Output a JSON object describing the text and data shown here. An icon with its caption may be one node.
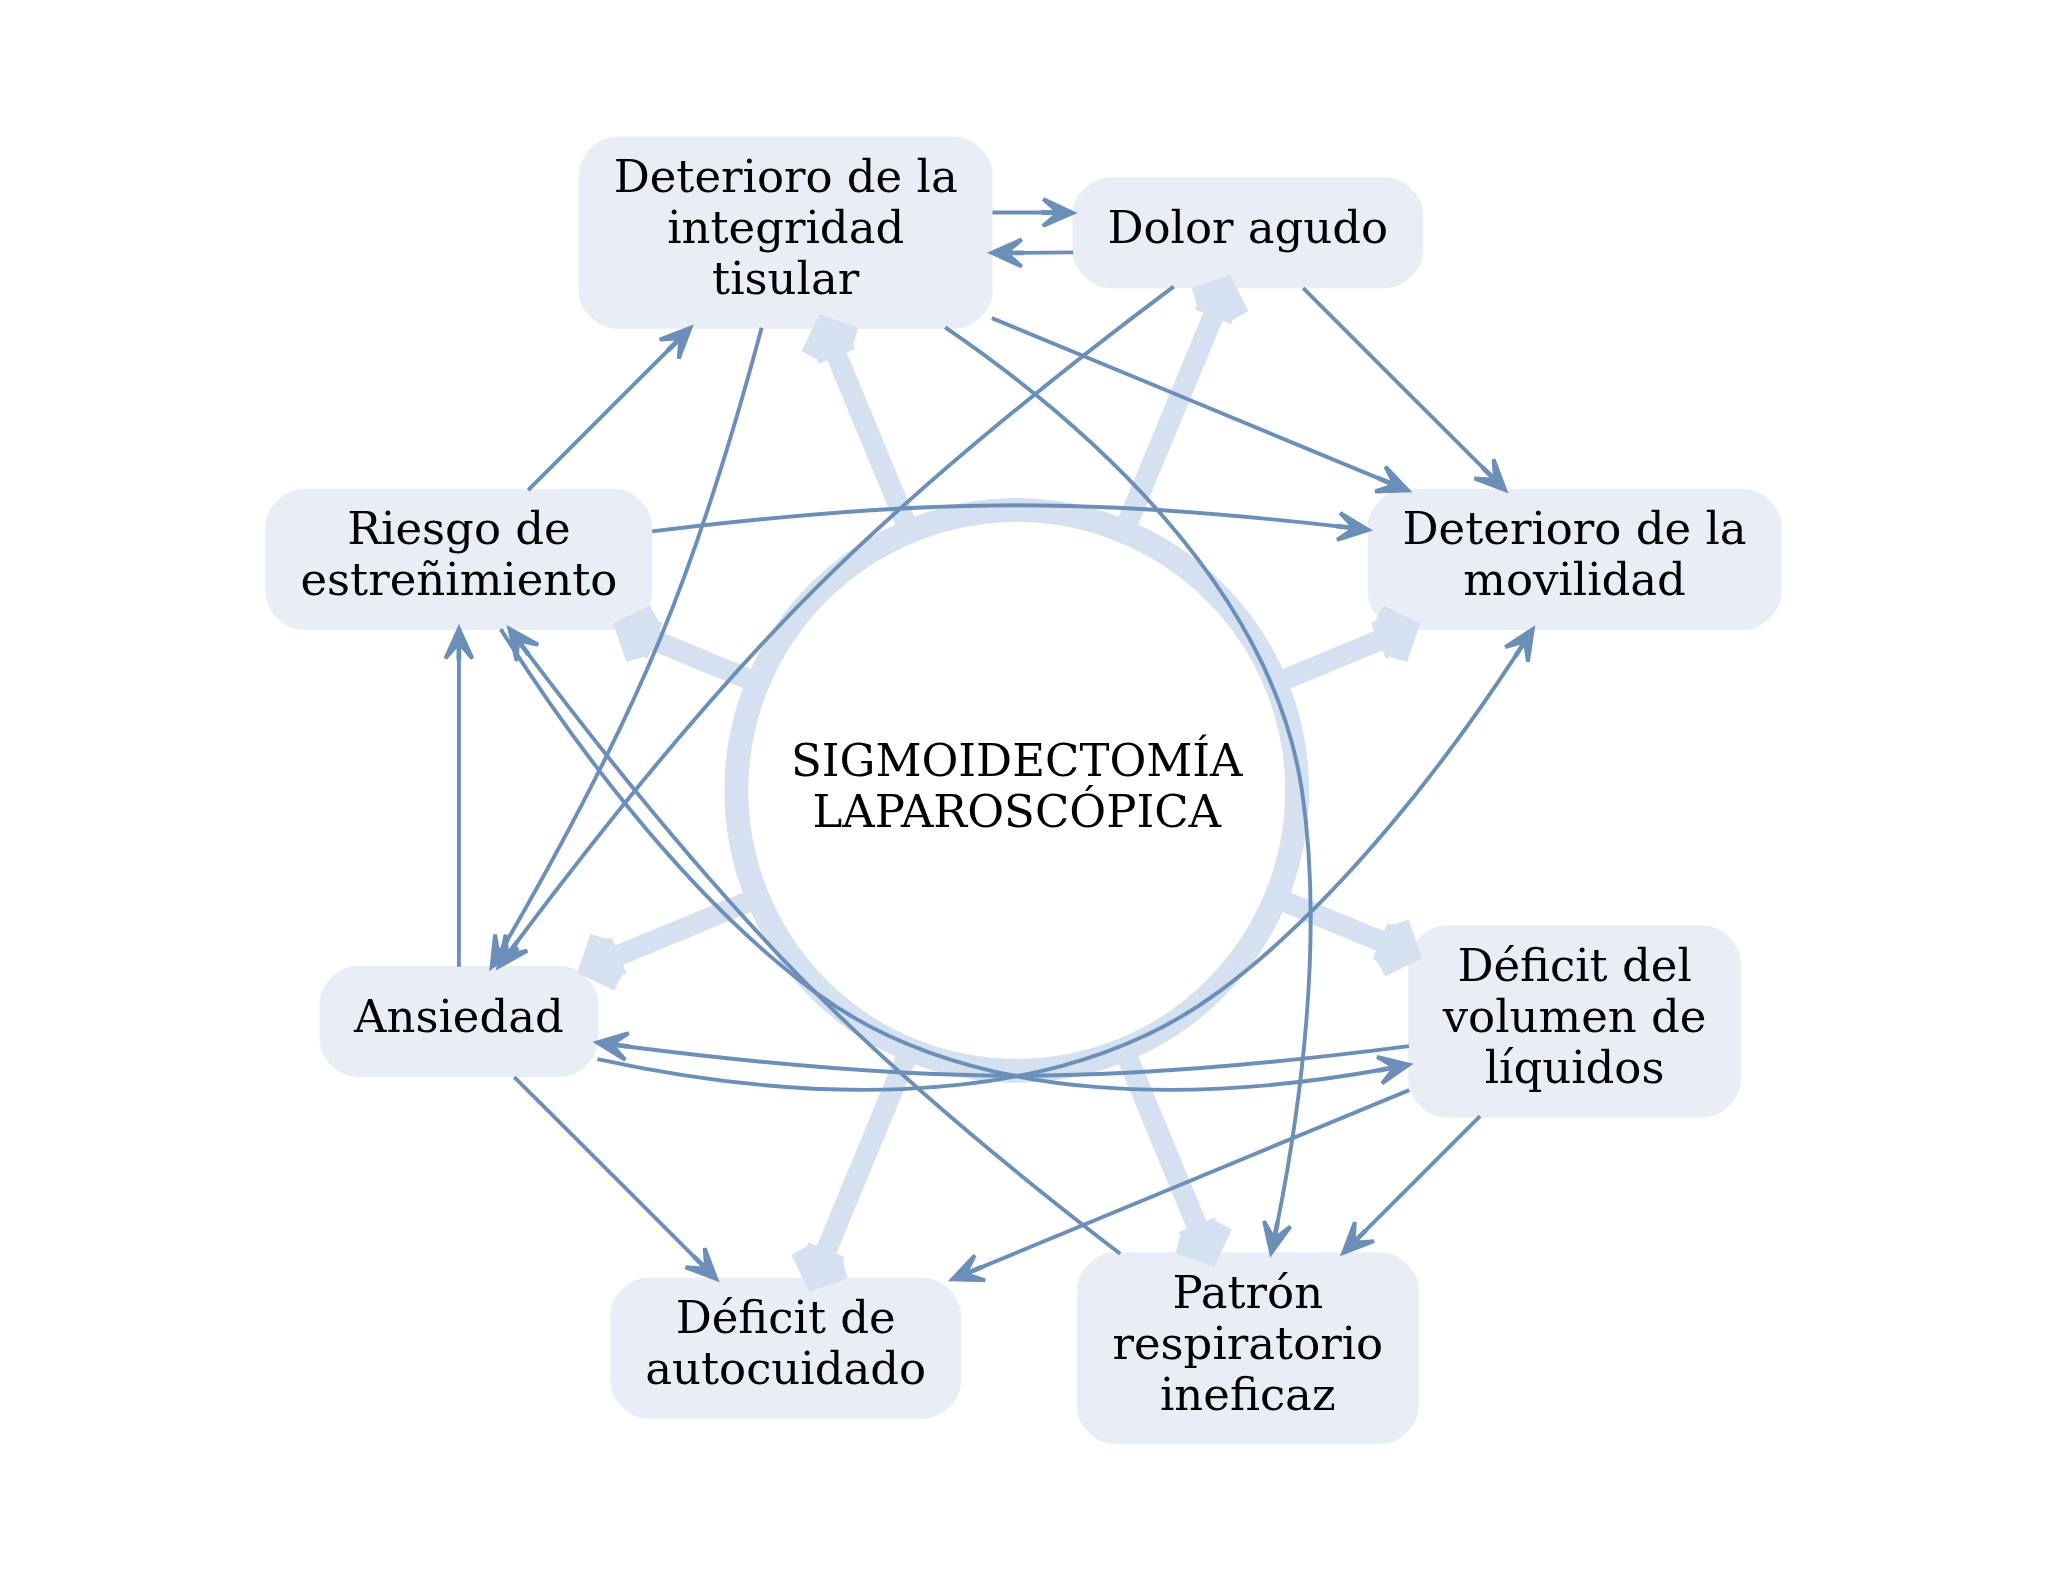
{
  "diagram": {
    "nodes": [
      {
        "text": [
          "SIGMOIDECTOMÍA LAPAROSCÓPICA"
        ]
      },
      {
        "text": [
          "Deterioro de la movilidad"
        ]
      },
      {
        "text": [
          "Dolor agudo"
        ]
      },
      {
        "text": [
          "Deterioro de la integridad tisular"
        ]
      },
      {
        "text": [
          "Riesgo de estreñimiento"
        ]
      },
      {
        "text": [
          "Ansiedad"
        ]
      },
      {
        "text": [
          "Déficit de autocuidado"
        ]
      },
      {
        "text": [
          "Patrón respiratorio ineficaz"
        ]
      },
      {
        "text": [
          "Déficit del volumen de líquidos"
        ]
      }
    ],
    "edges": [
      {
        "from": 0,
        "to": 1,
        "arrow": "to",
        "style": "thick",
        "color": "#d5e1f0"
      },
      {
        "from": 0,
        "to": 3,
        "arrow": "to",
        "style": "thick",
        "color": "#d5e1f0"
      },
      {
        "from": 0,
        "to": 5,
        "arrow": "to",
        "style": "thick",
        "color": "#d5e1f0"
      },
      {
        "from": 0,
        "to": 8,
        "arrow": "to",
        "style": "thick",
        "color": "#d5e1f0"
      },
      {
        "from": 0,
        "to": 7,
        "arrow": "to",
        "style": "thick",
        "color": "#d5e1f0"
      },
      {
        "from": 0,
        "to": 6,
        "arrow": "to",
        "style": "thick",
        "color": "#d5e1f0"
      },
      {
        "from": 0,
        "to": 4,
        "arrow": "to",
        "style": "thick",
        "color": "#d5e1f0"
      },
      {
        "from": 0,
        "to": 2,
        "arrow": "to",
        "style": "thick",
        "color": "#d5e1f0"
      },
      {
        "from": 2,
        "to": 1,
        "arrow": "to"
      },
      {
        "from": 2,
        "to": 5,
        "arrow": "to"
      },
      {
        "from": 2,
        "to": 3,
        "arrow": "to"
      },
      {
        "from": 4,
        "to": 1,
        "arrow": "to"
      },
      {
        "from": 4,
        "to": 3,
        "arrow": "to"
      },
      {
        "from": 3,
        "to": 2,
        "arrow": "to"
      },
      {
        "from": 3,
        "to": 5,
        "arrow": "to"
      },
      {
        "from": 3,
        "to": 1,
        "arrow": "to"
      },
      {
        "from": 3,
        "to": 7,
        "arrow": "to"
      },
      {
        "from": 5,
        "to": 1,
        "arrow": "to"
      },
      {
        "from": 5,
        "to": 6,
        "arrow": "to"
      },
      {
        "from": 5,
        "to": 4,
        "arrow": "to"
      },
      {
        "from": 8,
        "to": 5,
        "arrow": "to"
      },
      {
        "from": 4,
        "to": 8,
        "arrow": "to"
      },
      {
        "from": 7,
        "to": 4,
        "arrow": "to"
      },
      {
        "from": 8,
        "to": 6,
        "arrow": "to"
      },
      {
        "from": 8,
        "to": 7,
        "arrow": "to"
      }
    ]
  }
}
